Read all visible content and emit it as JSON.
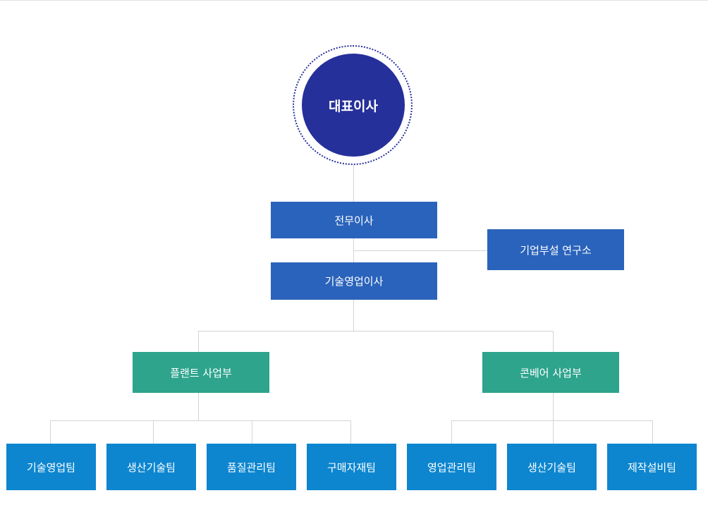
{
  "colors": {
    "ceo": "#26309a",
    "executive": "#2a63bb",
    "division": "#2ea48d",
    "team": "#0d86cf",
    "connector": "#d4d4d4"
  },
  "chart": {
    "ceo": "대표이사",
    "managing_director": "전무이사",
    "research_lab": "기업부설 연구소",
    "tech_sales_director": "기술영업이사",
    "divisions": [
      {
        "name": "플랜트 사업부",
        "teams": [
          "기술영업팀",
          "생산기술팀",
          "품질관리팀",
          "구매자재팀"
        ]
      },
      {
        "name": "콘베어 사업부",
        "teams": [
          "영업관리팀",
          "생산기술팀",
          "제작설비팀"
        ]
      }
    ]
  }
}
